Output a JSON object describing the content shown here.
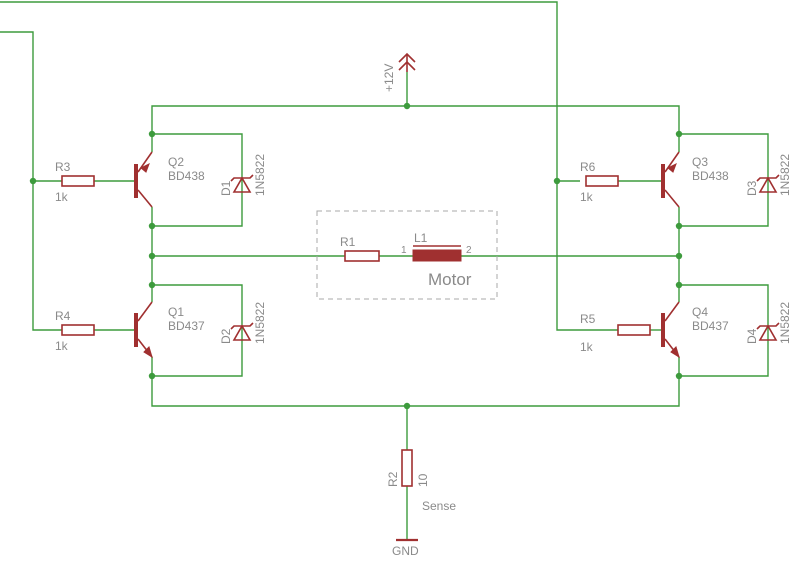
{
  "power": {
    "supply_label": "+12V",
    "ground_label": "GND"
  },
  "motor": {
    "resistor_ref": "R1",
    "inductor_ref": "L1",
    "pin1": "1",
    "pin2": "2",
    "label": "Motor"
  },
  "transistors": {
    "q1": {
      "ref": "Q1",
      "part": "BD437"
    },
    "q2": {
      "ref": "Q2",
      "part": "BD438"
    },
    "q3": {
      "ref": "Q3",
      "part": "BD438"
    },
    "q4": {
      "ref": "Q4",
      "part": "BD437"
    }
  },
  "diodes": {
    "d1": {
      "ref": "D1",
      "part": "1N5822"
    },
    "d2": {
      "ref": "D2",
      "part": "1N5822"
    },
    "d3": {
      "ref": "D3",
      "part": "1N5822"
    },
    "d4": {
      "ref": "D4",
      "part": "1N5822"
    }
  },
  "resistors": {
    "r3": {
      "ref": "R3",
      "value": "1k"
    },
    "r4": {
      "ref": "R4",
      "value": "1k"
    },
    "r5": {
      "ref": "R5",
      "value": "1k"
    },
    "r6": {
      "ref": "R6",
      "value": "1k"
    },
    "r2": {
      "ref": "R2",
      "value": "10",
      "note": "Sense"
    }
  }
}
